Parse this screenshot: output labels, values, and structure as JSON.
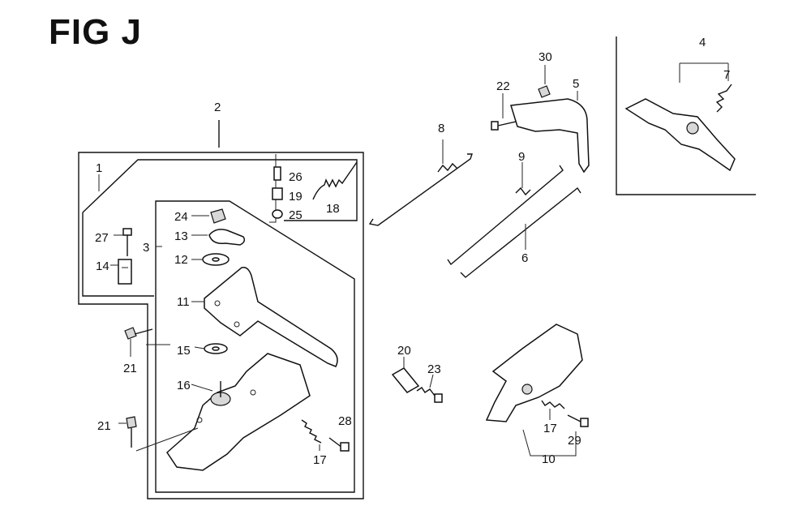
{
  "figure": {
    "title": "FIG J"
  },
  "callouts": {
    "c1": "1",
    "c2": "2",
    "c3": "3",
    "c4": "4",
    "c5": "5",
    "c6": "6",
    "c7": "7",
    "c8": "8",
    "c9": "9",
    "c10": "10",
    "c11": "11",
    "c12": "12",
    "c13": "13",
    "c14": "14",
    "c15": "15",
    "c16": "16",
    "c17a": "17",
    "c17b": "17",
    "c18": "18",
    "c19": "19",
    "c20": "20",
    "c21a": "21",
    "c21b": "21",
    "c22": "22",
    "c23": "23",
    "c24": "24",
    "c25": "25",
    "c26": "26",
    "c27": "27",
    "c28": "28",
    "c29": "29",
    "c30": "30"
  },
  "colors": {
    "ink": "#111111",
    "background": "#ffffff"
  }
}
